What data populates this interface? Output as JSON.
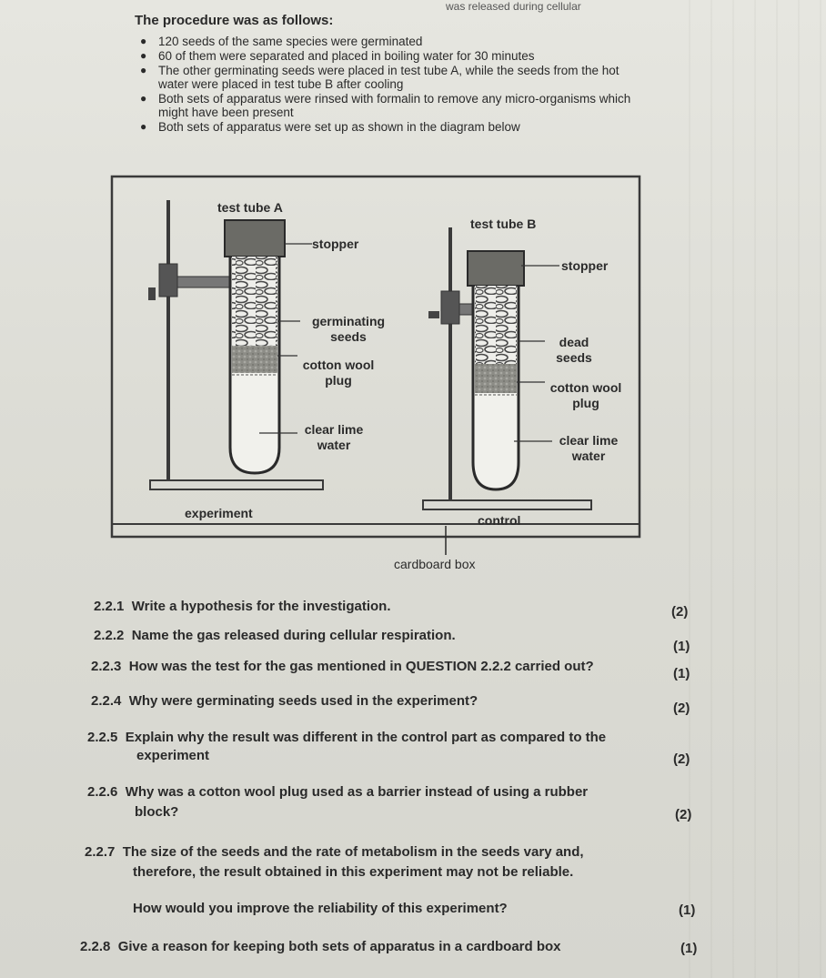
{
  "header_clip": "was released during cellular",
  "procedure": {
    "title": "The procedure was as follows:",
    "bullets": [
      "120 seeds of the same species were germinated",
      "60 of them were separated and placed in boiling water for 30 minutes",
      "The other germinating seeds were placed in test tube A, while the seeds from the hot water were placed in test tube B after cooling",
      "Both sets of apparatus were rinsed with formalin to remove any micro-organisms which might have been present",
      "Both sets of apparatus were set up as shown in the diagram below"
    ]
  },
  "diagram": {
    "labels": {
      "tube_a": "test tube A",
      "tube_b": "test tube B",
      "stopper_a": "stopper",
      "stopper_b": "stopper",
      "germinating_seeds": "germinating seeds",
      "dead_seeds": "dead seeds",
      "cotton_a": "cotton wool plug",
      "cotton_b": "cotton wool plug",
      "lime_a": "clear lime water",
      "lime_b": "clear lime water",
      "experiment": "experiment",
      "control": "control",
      "box": "cardboard box"
    }
  },
  "questions": [
    {
      "num": "2.2.1",
      "text": "Write a hypothesis for the investigation.",
      "mark": "(2)"
    },
    {
      "num": "2.2.2",
      "text": "Name the gas released during cellular respiration.",
      "mark": "(1)"
    },
    {
      "num": "2.2.3",
      "text": "How was the test for the gas mentioned in QUESTION 2.2.2 carried out?",
      "mark": "(1)"
    },
    {
      "num": "2.2.4",
      "text": "Why were germinating seeds used in the experiment?",
      "mark": "(2)"
    },
    {
      "num": "2.2.5",
      "text": "Explain why the result was different in the control part as compared to the",
      "text2": "experiment",
      "mark": "(2)"
    },
    {
      "num": "2.2.6",
      "text": "Why was a cotton wool plug used as a barrier instead of using a rubber",
      "text2": "block?",
      "mark": "(2)"
    },
    {
      "num": "2.2.7",
      "text": "The size of the seeds and the rate of metabolism in the seeds vary and,",
      "text2": "therefore, the result obtained in this experiment may not be reliable.",
      "text3": "How would you improve the reliability of this experiment?",
      "mark": "(1)"
    },
    {
      "num": "2.2.8",
      "text": "Give a reason for keeping both sets of apparatus in a cardboard box",
      "mark": "(1)"
    }
  ]
}
